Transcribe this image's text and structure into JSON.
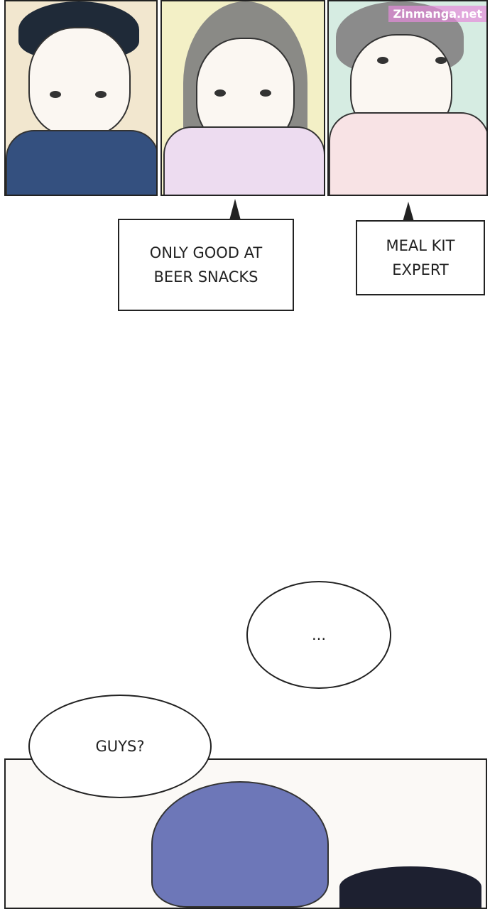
{
  "watermark": "Zinmanga.net",
  "bubbles": {
    "b1": "ONLY GOOD AT\nBEER SNACKS",
    "b2": "MEAL KIT\nEXPERT",
    "b3": "...",
    "b4": "GUYS?"
  },
  "colors": {
    "panel1_bg": "#f2e7cf",
    "panel2_bg": "#f3f0c6",
    "panel3_bg": "#d6ece2",
    "shirt1": "#34507f",
    "shirt2": "#eddcf0",
    "shirt3": "#f8e3e5",
    "hair_blue": "#6d77b8"
  }
}
